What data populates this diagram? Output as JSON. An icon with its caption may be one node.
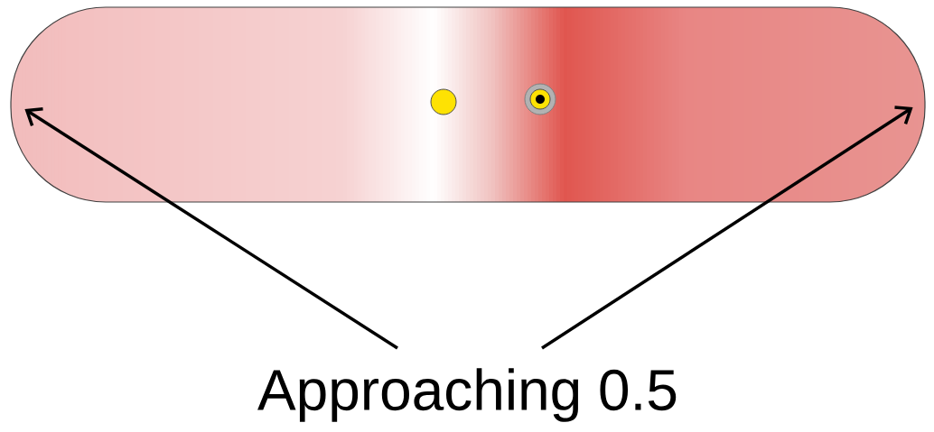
{
  "diagram": {
    "nodes": [
      {
        "text": [],
        "shape": "bar"
      },
      {
        "text": [
          "Approaching 0.5"
        ]
      }
    ],
    "edges": [
      {
        "from": 1,
        "to": 0,
        "arrow": "to"
      },
      {
        "from": 1,
        "to": 0,
        "arrow": "to"
      }
    ]
  }
}
